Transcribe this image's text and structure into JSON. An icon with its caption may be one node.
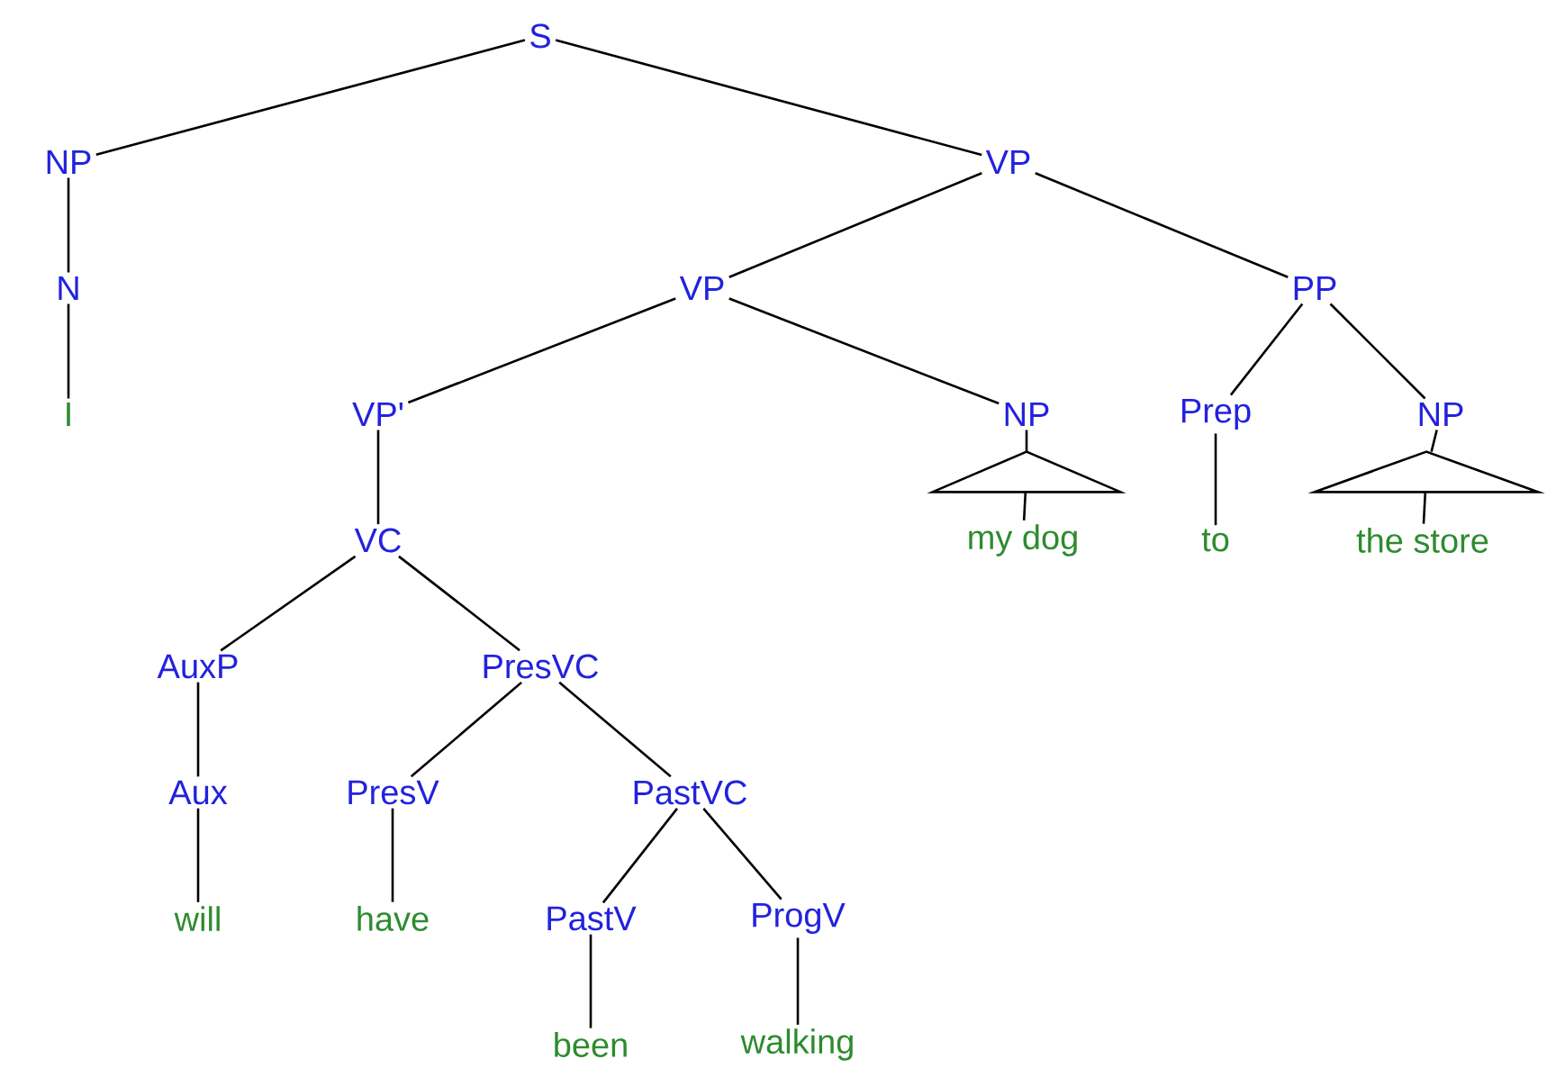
{
  "diagram": {
    "nodes": [
      {
        "text": [
          "S"
        ]
      },
      {
        "text": [
          "NP"
        ]
      },
      {
        "text": [
          "VP"
        ]
      },
      {
        "text": [
          "N"
        ]
      },
      {
        "text": [
          "VP"
        ]
      },
      {
        "text": [
          "PP"
        ]
      },
      {
        "text": [
          "I"
        ]
      },
      {
        "text": [
          "VP'"
        ]
      },
      {
        "text": [
          "NP"
        ]
      },
      {
        "text": [
          "Prep"
        ]
      },
      {
        "text": [
          "NP"
        ]
      },
      {
        "text": [],
        "shape": "triangle"
      },
      {
        "text": [],
        "shape": "triangle"
      },
      {
        "text": [
          "my dog"
        ]
      },
      {
        "text": [
          "to"
        ]
      },
      {
        "text": [
          "the store"
        ]
      },
      {
        "text": [
          "VC"
        ]
      },
      {
        "text": [
          "AuxP"
        ]
      },
      {
        "text": [
          "PresVC"
        ]
      },
      {
        "text": [
          "Aux"
        ]
      },
      {
        "text": [
          "PresV"
        ]
      },
      {
        "text": [
          "PastVC"
        ]
      },
      {
        "text": [
          "will"
        ]
      },
      {
        "text": [
          "have"
        ]
      },
      {
        "text": [
          "PastV"
        ]
      },
      {
        "text": [
          "ProgV"
        ]
      },
      {
        "text": [
          "been"
        ]
      },
      {
        "text": [
          "walking"
        ]
      }
    ],
    "edges": [
      {
        "from": 0,
        "to": 1,
        "arrow": "none"
      },
      {
        "from": 0,
        "to": 2,
        "arrow": "none"
      },
      {
        "from": 1,
        "to": 3,
        "arrow": "none"
      },
      {
        "from": 3,
        "to": 6,
        "arrow": "none"
      },
      {
        "from": 2,
        "to": 4,
        "arrow": "none"
      },
      {
        "from": 2,
        "to": 5,
        "arrow": "none"
      },
      {
        "from": 4,
        "to": 7,
        "arrow": "none"
      },
      {
        "from": 4,
        "to": 8,
        "arrow": "none"
      },
      {
        "from": 5,
        "to": 9,
        "arrow": "none"
      },
      {
        "from": 5,
        "to": 10,
        "arrow": "none"
      },
      {
        "from": 7,
        "to": 16,
        "arrow": "none"
      },
      {
        "from": 8,
        "to": 11,
        "arrow": "none"
      },
      {
        "from": 11,
        "to": 13,
        "arrow": "none"
      },
      {
        "from": 10,
        "to": 12,
        "arrow": "none"
      },
      {
        "from": 12,
        "to": 15,
        "arrow": "none"
      },
      {
        "from": 9,
        "to": 14,
        "arrow": "none"
      },
      {
        "from": 16,
        "to": 17,
        "arrow": "none"
      },
      {
        "from": 16,
        "to": 18,
        "arrow": "none"
      },
      {
        "from": 17,
        "to": 19,
        "arrow": "none"
      },
      {
        "from": 18,
        "to": 20,
        "arrow": "none"
      },
      {
        "from": 18,
        "to": 21,
        "arrow": "none"
      },
      {
        "from": 19,
        "to": 22,
        "arrow": "none"
      },
      {
        "from": 20,
        "to": 23,
        "arrow": "none"
      },
      {
        "from": 21,
        "to": 24,
        "arrow": "none"
      },
      {
        "from": 21,
        "to": 25,
        "arrow": "none"
      },
      {
        "from": 24,
        "to": 26,
        "arrow": "none"
      },
      {
        "from": 25,
        "to": 27,
        "arrow": "none"
      }
    ]
  }
}
